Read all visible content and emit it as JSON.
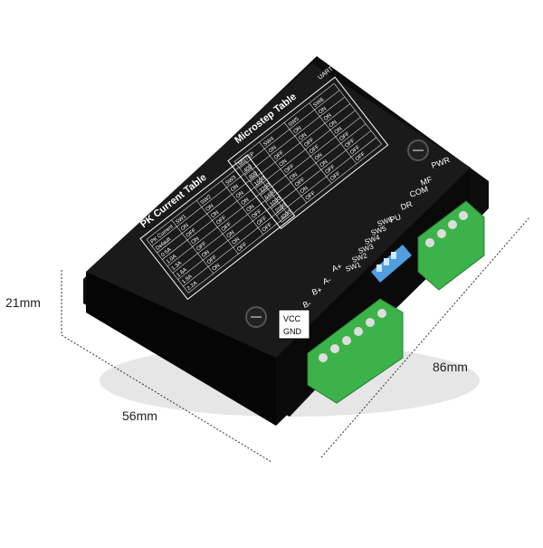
{
  "dimensions": {
    "height": "21mm",
    "width": "56mm",
    "length": "86mm"
  },
  "tables": {
    "microstep_title": "Microstep Table",
    "current_title": "PK Current Table",
    "uart": "UART",
    "microstep_headers": [
      "MSTEP",
      "SW4",
      "SW5",
      "SW6"
    ],
    "microstep_rows": [
      [
        "400",
        "ON",
        "ON",
        "ON"
      ],
      [
        "800",
        "OFF",
        "ON",
        "ON"
      ],
      [
        "1600",
        "ON",
        "OFF",
        "ON"
      ],
      [
        "3200",
        "OFF",
        "OFF",
        "ON"
      ],
      [
        "6400",
        "ON",
        "ON",
        "OFF"
      ],
      [
        "1000",
        "OFF",
        "ON",
        "OFF"
      ],
      [
        "2000",
        "ON",
        "OFF",
        "OFF"
      ],
      [
        "4000",
        "OFF",
        "OFF",
        "OFF"
      ]
    ],
    "current_headers": [
      "PK Current",
      "SW1",
      "SW2",
      "SW3"
    ],
    "current_rows": [
      [
        "Default",
        "ON",
        "ON",
        "ON"
      ],
      [
        "0.5A",
        "OFF",
        "ON",
        "ON"
      ],
      [
        "1.0A",
        "ON",
        "OFF",
        "ON"
      ],
      [
        "1.3A",
        "OFF",
        "OFF",
        "ON"
      ],
      [
        "1.6A",
        "ON",
        "ON",
        "OFF"
      ],
      [
        "1.9A",
        "OFF",
        "ON",
        "OFF"
      ],
      [
        "2.2A",
        "ON",
        "OFF",
        "OFF"
      ]
    ]
  },
  "signal_labels": [
    "PWR",
    "MF",
    "COM",
    "DR",
    "PU"
  ],
  "switch_labels": [
    "SW6",
    "SW5",
    "SW4",
    "SW3",
    "SW2",
    "SW1"
  ],
  "motor_labels": [
    "A+",
    "A-",
    "B+",
    "B-"
  ],
  "power_labels": [
    "VCC",
    "GND"
  ],
  "colors": {
    "body": "#111111",
    "terminal_green": "#3cb34a",
    "dip_blue": "#4f9ee0",
    "dimension_line": "#333333"
  }
}
